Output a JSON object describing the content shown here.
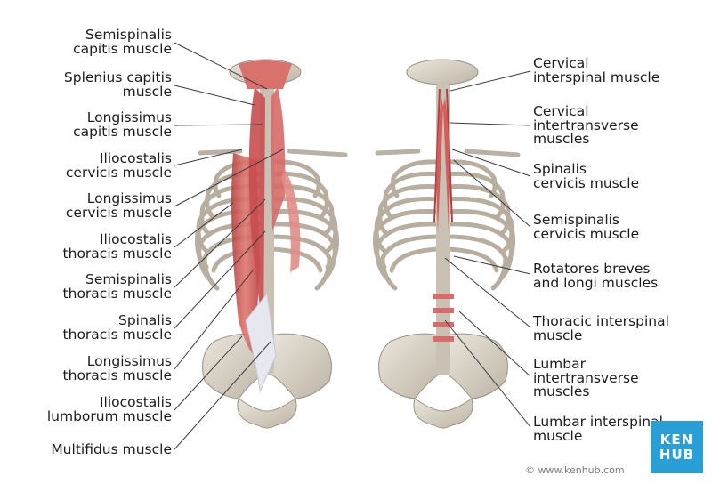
{
  "left_labels": [
    "Semispinalis\ncapitis muscle",
    "Splenius capitis\nmuscle",
    "Longissimus\ncapitis muscle",
    "Iliocostalis\ncervicis muscle",
    "Longissimus\ncervicis muscle",
    "Iliocostalis\nthoracis muscle",
    "Semispinalis\nthoracis muscle",
    "Spinalis\nthoracis muscle",
    "Longissimus\nthoracis muscle",
    "Iliocostalis\nlumborum muscle",
    "Multifidus muscle"
  ],
  "right_labels": [
    "Cervical\ninterspinal muscle",
    "Cervical\nintertransverse\nmuscles",
    "Spinalis\ncervicis muscle",
    "Semispinalis\ncervicis muscle",
    "Rotatores breves\nand longi muscles",
    "Thoracic interspinal\nmuscle",
    "Lumbar\nintertransverse\nmuscles",
    "Lumbar interspinal\nmuscle"
  ],
  "brand": {
    "logo_line1": "KEN",
    "logo_line2": "HUB",
    "credit": "© www.kenhub.com"
  },
  "colors": {
    "muscle": "#cf5a5a",
    "bone": "#d8d2c6",
    "line": "#3a3a3a",
    "brand": "#2a9fd6"
  }
}
